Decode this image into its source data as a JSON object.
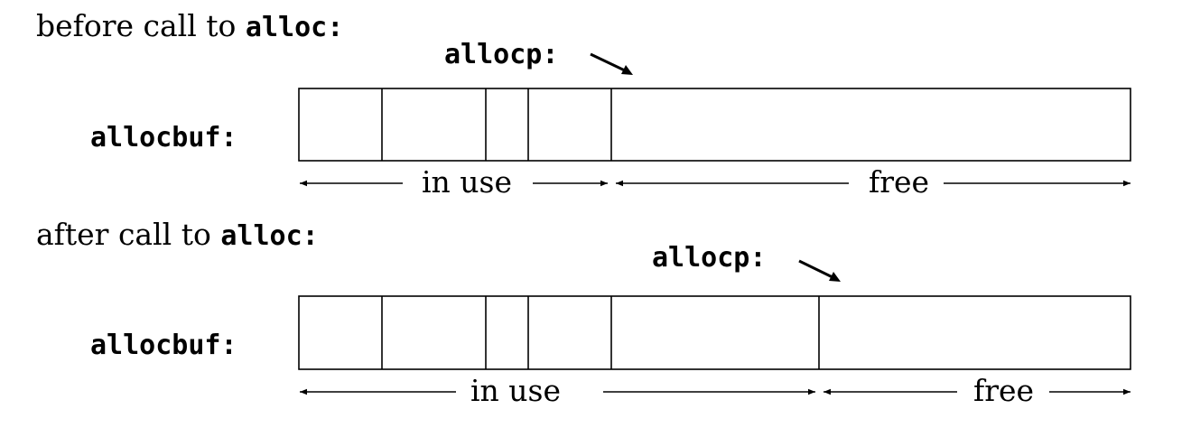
{
  "before": {
    "heading_prefix": "before call to ",
    "heading_code": "alloc",
    "heading_suffix": ":",
    "pointer_label": "allocp:",
    "buffer_label": "allocbuf:",
    "in_use_label": "in use",
    "free_label": "free"
  },
  "after": {
    "heading_prefix": "after call to ",
    "heading_code": "alloc",
    "heading_suffix": ":",
    "pointer_label": "allocp:",
    "buffer_label": "allocbuf:",
    "in_use_label": "in use",
    "free_label": "free"
  }
}
